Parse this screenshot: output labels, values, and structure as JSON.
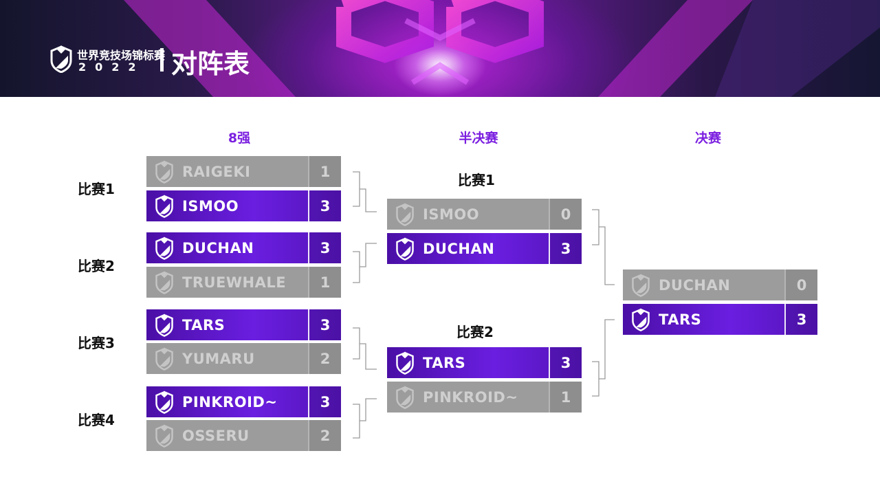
{
  "header": {
    "logo_line1": "世界竞技场锦标赛",
    "logo_line2": "2022",
    "title": "对阵表"
  },
  "rounds": {
    "r1": "8强",
    "r2": "半决赛",
    "r3": "决赛"
  },
  "quarterfinals": [
    {
      "label": "比赛1",
      "teams": [
        {
          "name": "RAIGEKI",
          "score": "1",
          "winner": false
        },
        {
          "name": "ISMOO",
          "score": "3",
          "winner": true
        }
      ]
    },
    {
      "label": "比赛2",
      "teams": [
        {
          "name": "DUCHAN",
          "score": "3",
          "winner": true
        },
        {
          "name": "TRUEWHALE",
          "score": "1",
          "winner": false
        }
      ]
    },
    {
      "label": "比赛3",
      "teams": [
        {
          "name": "TARS",
          "score": "3",
          "winner": true
        },
        {
          "name": "YUMARU",
          "score": "2",
          "winner": false
        }
      ]
    },
    {
      "label": "比赛4",
      "teams": [
        {
          "name": "PINKROID~",
          "score": "3",
          "winner": true
        },
        {
          "name": "OSSERU",
          "score": "2",
          "winner": false
        }
      ]
    }
  ],
  "semifinals": [
    {
      "label": "比赛1",
      "teams": [
        {
          "name": "ISMOO",
          "score": "0",
          "winner": false
        },
        {
          "name": "DUCHAN",
          "score": "3",
          "winner": true
        }
      ]
    },
    {
      "label": "比赛2",
      "teams": [
        {
          "name": "TARS",
          "score": "3",
          "winner": true
        },
        {
          "name": "PINKROID~",
          "score": "1",
          "winner": false
        }
      ]
    }
  ],
  "final": {
    "teams": [
      {
        "name": "DUCHAN",
        "score": "0",
        "winner": false
      },
      {
        "name": "TARS",
        "score": "3",
        "winner": true
      }
    ]
  },
  "colors": {
    "accent": "#7b1fe0",
    "winner_row": "#5a16c8",
    "loser_row": "#9c9c9c"
  }
}
